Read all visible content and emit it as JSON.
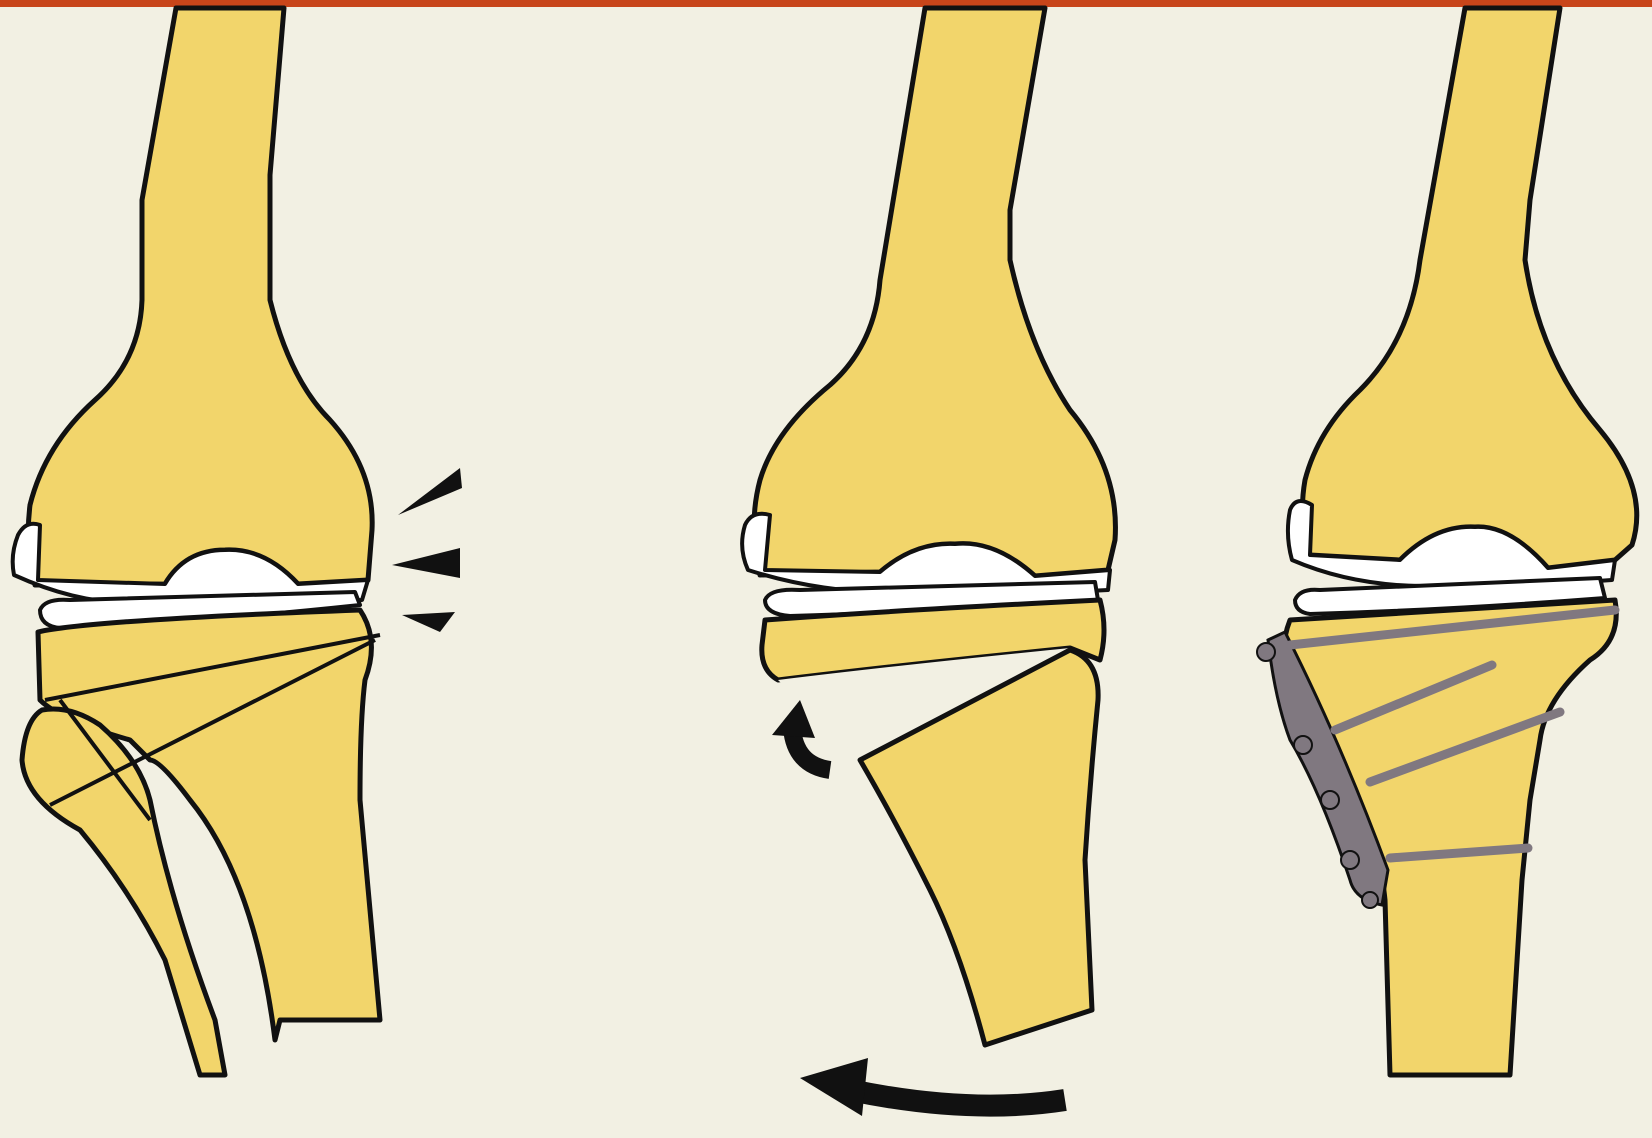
{
  "colors": {
    "background": "#f2f0e3",
    "top_strip": "#c8451a",
    "bone_fill": "#f2d56b",
    "outline": "#111111",
    "cartilage": "#ffffff",
    "implant": "#807880",
    "arrow": "#111111"
  },
  "panels": [
    {
      "name": "knee-before-osteotomy",
      "icons": [
        "femur-icon",
        "articular-cartilage-icon",
        "tibia-icon",
        "fibula-icon",
        "medial-compression-arrowheads-icon"
      ]
    },
    {
      "name": "knee-wedge-osteotomy",
      "icons": [
        "femur-icon",
        "articular-cartilage-icon",
        "tibial-plateau-fragment-icon",
        "tibial-shaft-icon",
        "correction-arrow-icon",
        "rotation-arrow-icon"
      ]
    },
    {
      "name": "knee-plate-fixation",
      "icons": [
        "femur-icon",
        "articular-cartilage-icon",
        "tibia-icon",
        "bone-plate-icon",
        "screw-icon"
      ]
    }
  ]
}
